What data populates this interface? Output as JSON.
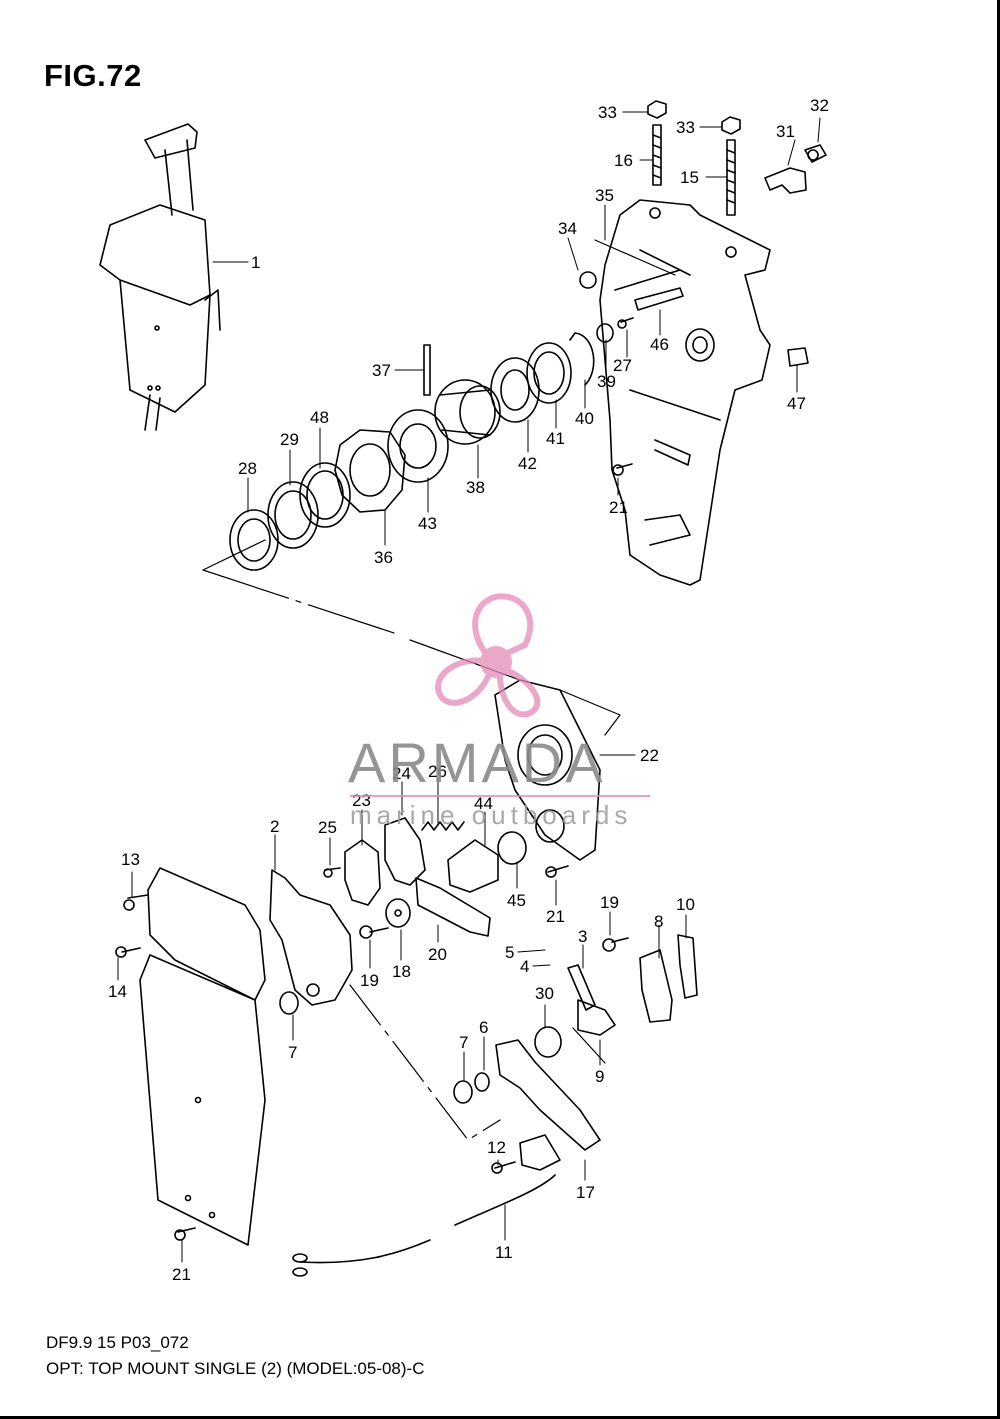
{
  "figure": {
    "title": "FIG.72"
  },
  "footer": {
    "line1": "DF9.9 15 P03_072",
    "line2": "OPT: TOP MOUNT SINGLE (2) (MODEL:05-08)-C"
  },
  "watermark": {
    "brand": "ARMADA",
    "tagline": "marine outboards",
    "accent_color": "#e58ab8"
  },
  "callouts": [
    "1",
    "2",
    "3",
    "4",
    "5",
    "6",
    "7",
    "7",
    "8",
    "9",
    "10",
    "11",
    "12",
    "13",
    "14",
    "15",
    "16",
    "17",
    "18",
    "19",
    "19",
    "20",
    "21",
    "21",
    "21",
    "22",
    "23",
    "24",
    "25",
    "26",
    "27",
    "28",
    "29",
    "30",
    "31",
    "32",
    "33",
    "33",
    "34",
    "35",
    "36",
    "37",
    "38",
    "39",
    "40",
    "41",
    "42",
    "43",
    "44",
    "45",
    "46",
    "47",
    "48"
  ]
}
